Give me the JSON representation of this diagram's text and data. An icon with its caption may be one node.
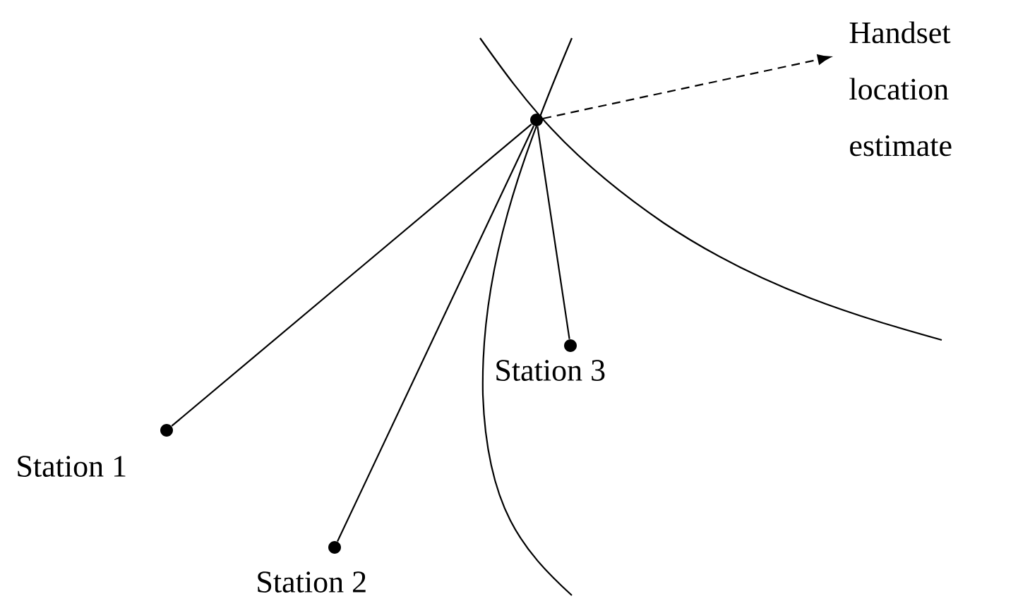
{
  "diagram": {
    "nodes": [
      {
        "text": [
          "Handset location estimate"
        ]
      },
      {
        "text": [],
        "shape": "circle"
      },
      {
        "text": [],
        "shape": "circle",
        "beside": [
          "Station 1"
        ]
      },
      {
        "text": [],
        "shape": "circle",
        "beside": [
          "Station 2"
        ]
      },
      {
        "text": [],
        "shape": "circle",
        "beside": [
          "Station 3"
        ]
      }
    ],
    "edges": [
      {
        "from": 1,
        "to": 0,
        "arrow": "to",
        "style": "dashed"
      },
      {
        "from": 1,
        "to": 2,
        "arrow": "none"
      },
      {
        "from": 1,
        "to": 3,
        "arrow": "none"
      },
      {
        "from": 1,
        "to": 4,
        "arrow": "none"
      }
    ]
  }
}
